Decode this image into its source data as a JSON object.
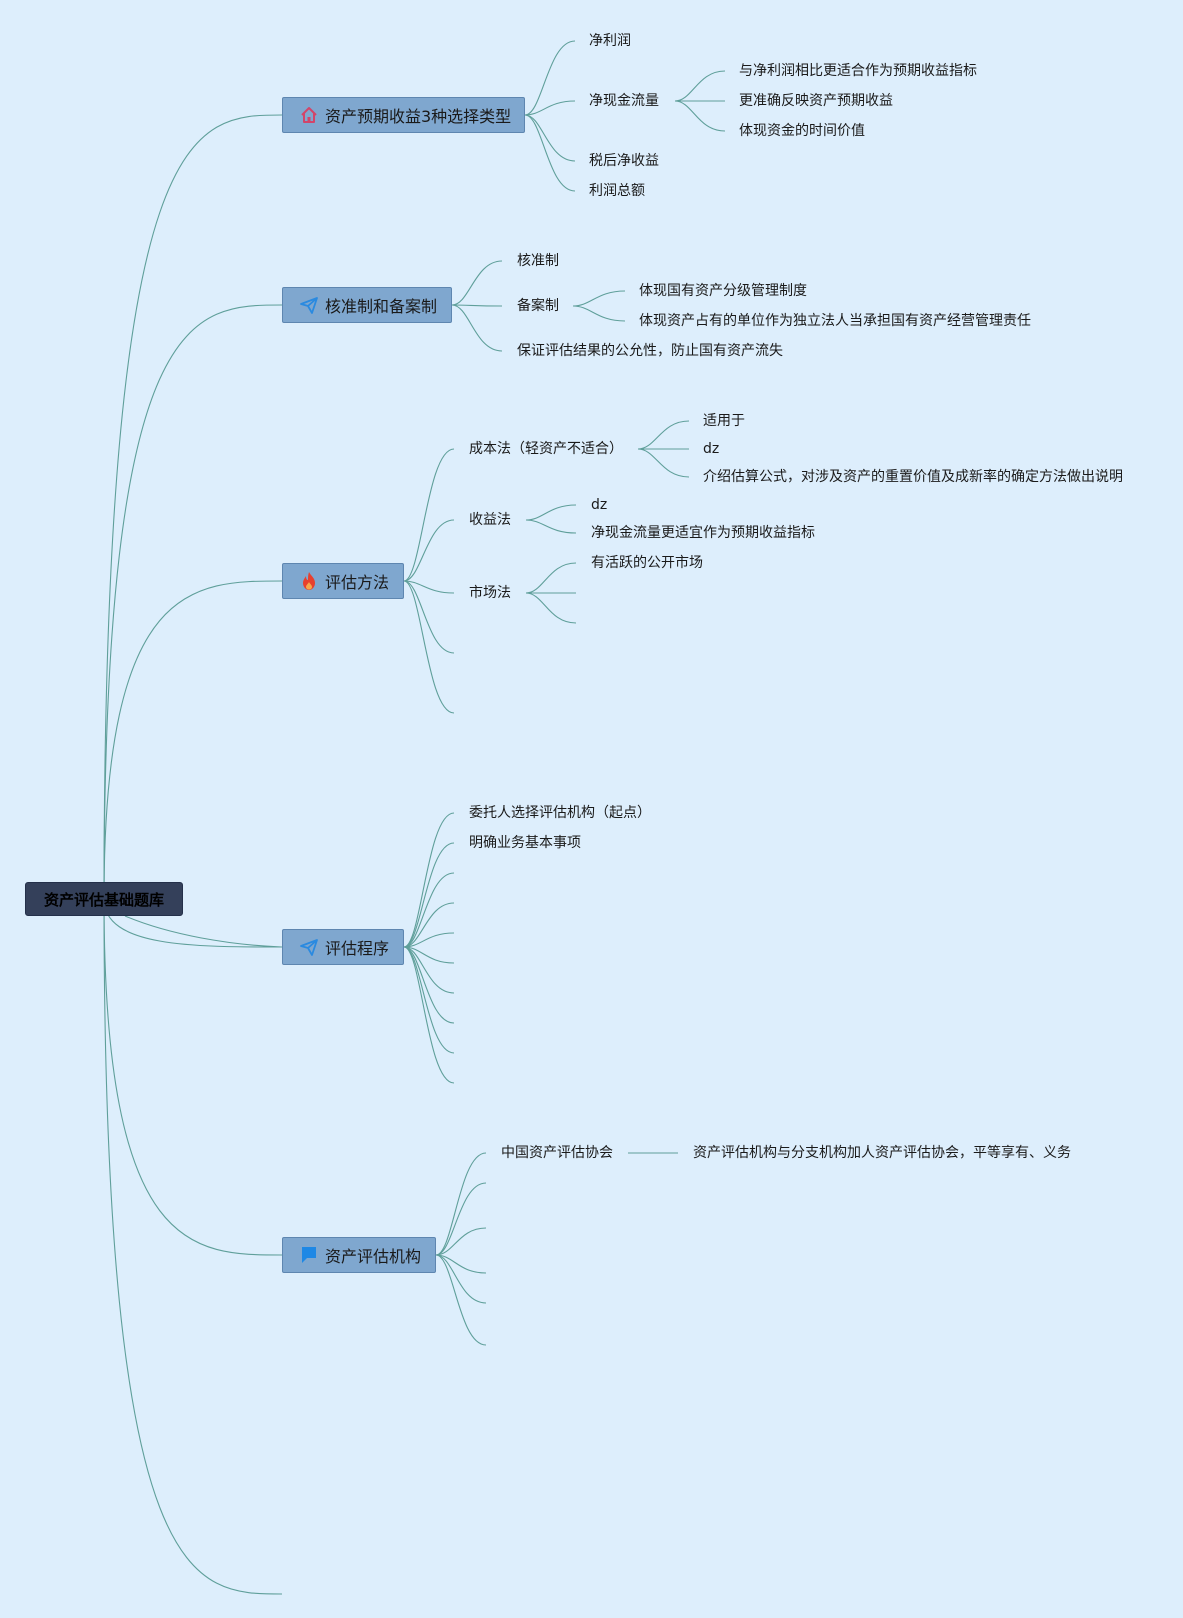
{
  "colors": {
    "background": "#ddeefc",
    "root_fill": "#34405a",
    "branch_fill": "#7fa7cf",
    "link": "#5f9f9a"
  },
  "root": {
    "label": "资产评估基础题库"
  },
  "branches": [
    {
      "label": "资产预期收益3种选择类型",
      "icon": "home-icon",
      "children": [
        {
          "label": "净利润"
        },
        {
          "label": "净现金流量",
          "children": [
            {
              "label": "与净利润相比更适合作为预期收益指标"
            },
            {
              "label": "更准确反映资产预期收益"
            },
            {
              "label": "体现资金的时间价值"
            }
          ]
        },
        {
          "label": "税后净收益"
        },
        {
          "label": "利润总额"
        }
      ]
    },
    {
      "label": "核准制和备案制",
      "icon": "paper-plane-icon",
      "children": [
        {
          "label": "核准制"
        },
        {
          "label": "备案制",
          "children": [
            {
              "label": "体现国有资产分级管理制度"
            },
            {
              "label": "体现资产占有的单位作为独立法人当承担国有资产经营管理责任"
            }
          ]
        },
        {
          "label": "保证评估结果的公允性，防止国有资产流失"
        }
      ]
    },
    {
      "label": "评估方法",
      "icon": "flame-icon",
      "children": [
        {
          "label": "成本法（轻资产不适合）",
          "children": [
            {
              "label": "适用于"
            },
            {
              "label": "dz"
            },
            {
              "label": "介绍估算公式，对涉及资产的重置价值及成新率的确定方法做出说明"
            }
          ]
        },
        {
          "label": "收益法",
          "children": [
            {
              "label": "dz"
            },
            {
              "label": "净现金流量更适宜作为预期收益指标"
            }
          ]
        },
        {
          "label": "市场法",
          "children": [
            {
              "label": "有活跃的公开市场"
            },
            {
              "label": ""
            },
            {
              "label": ""
            }
          ]
        },
        {
          "label": ""
        },
        {
          "label": ""
        }
      ]
    },
    {
      "label": "评估程序",
      "icon": "paper-plane-icon",
      "children": [
        {
          "label": "委托人选择评估机构（起点）"
        },
        {
          "label": "明确业务基本事项"
        },
        {
          "label": ""
        },
        {
          "label": ""
        },
        {
          "label": ""
        },
        {
          "label": ""
        },
        {
          "label": ""
        },
        {
          "label": ""
        },
        {
          "label": ""
        }
      ]
    },
    {
      "label": "资产评估机构",
      "icon": "flag-icon",
      "children": [
        {
          "label": "中国资产评估协会",
          "children": [
            {
              "label": "资产评估机构与分支机构加人资产评估协会，平等享有、义务"
            }
          ]
        },
        {
          "label": ""
        },
        {
          "label": ""
        },
        {
          "label": ""
        },
        {
          "label": ""
        },
        {
          "label": ""
        }
      ]
    },
    {
      "label": "",
      "icon": "",
      "children": []
    }
  ]
}
